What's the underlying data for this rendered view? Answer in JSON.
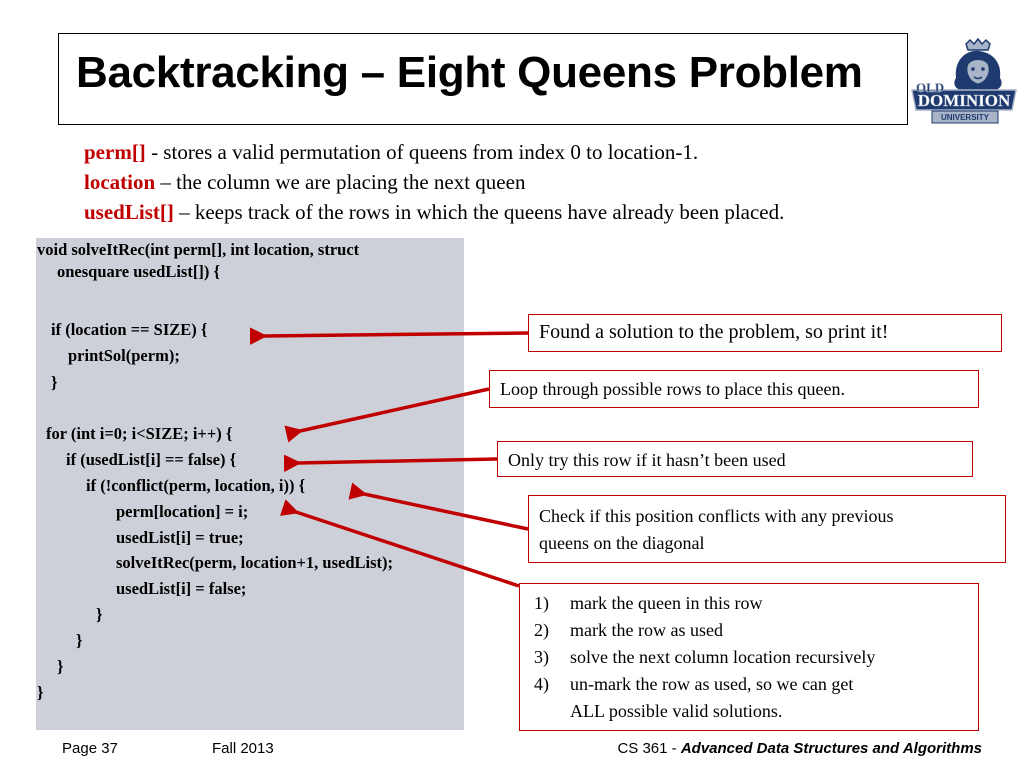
{
  "title": "Backtracking – Eight Queens Problem",
  "logo": {
    "text_top": "OLD",
    "text_main": "DOMINION",
    "text_sub": "UNIVERSITY",
    "icon": "lion-crown-logo",
    "color_primary": "#1e3a6e",
    "color_secondary": "#a8b4c8"
  },
  "definitions": [
    {
      "term": "perm[]",
      "desc": " - stores a valid permutation of queens from index 0 to location-1."
    },
    {
      "term": "location",
      "desc": " – the column we are placing the next queen"
    },
    {
      "term": "usedList[]",
      "desc": " – keeps track of the rows in which the queens have already been placed."
    }
  ],
  "code_lines": [
    "void solveItRec(int perm[], int location, struct",
    "onesquare usedList[])  {",
    "if (location == SIZE) {",
    "printSol(perm);",
    "}",
    "for (int i=0; i<SIZE; i++) {",
    "if (usedList[i] == false) {",
    "if (!conflict(perm, location, i)) {",
    "perm[location] = i;",
    "usedList[i] = true;",
    "solveItRec(perm, location+1, usedList);",
    "usedList[i] = false;",
    "}",
    "}",
    "}",
    "}"
  ],
  "callouts": {
    "found": "Found a solution to the problem, so print it!",
    "loop": "Loop through possible rows to place this queen.",
    "only_try": "Only try this row if it hasn’t been used",
    "check_line1": "Check if this position conflicts with any previous",
    "check_line2": "queens on the diagonal",
    "steps": [
      {
        "num": "1)",
        "text": "mark the queen in this row"
      },
      {
        "num": "2)",
        "text": "mark the row as used"
      },
      {
        "num": "3)",
        "text": "solve the next column location recursively"
      },
      {
        "num": "4)",
        "text": "un-mark the row as used, so we can get"
      },
      {
        "num": "",
        "text": "ALL possible valid solutions."
      }
    ]
  },
  "colors": {
    "accent": "#c00000",
    "code_background": "#cdd0d8"
  },
  "footer": {
    "page": "Page 37",
    "term": "Fall 2013",
    "course_prefix": "CS 361 - ",
    "course_name": "Advanced Data Structures and Algorithms"
  }
}
